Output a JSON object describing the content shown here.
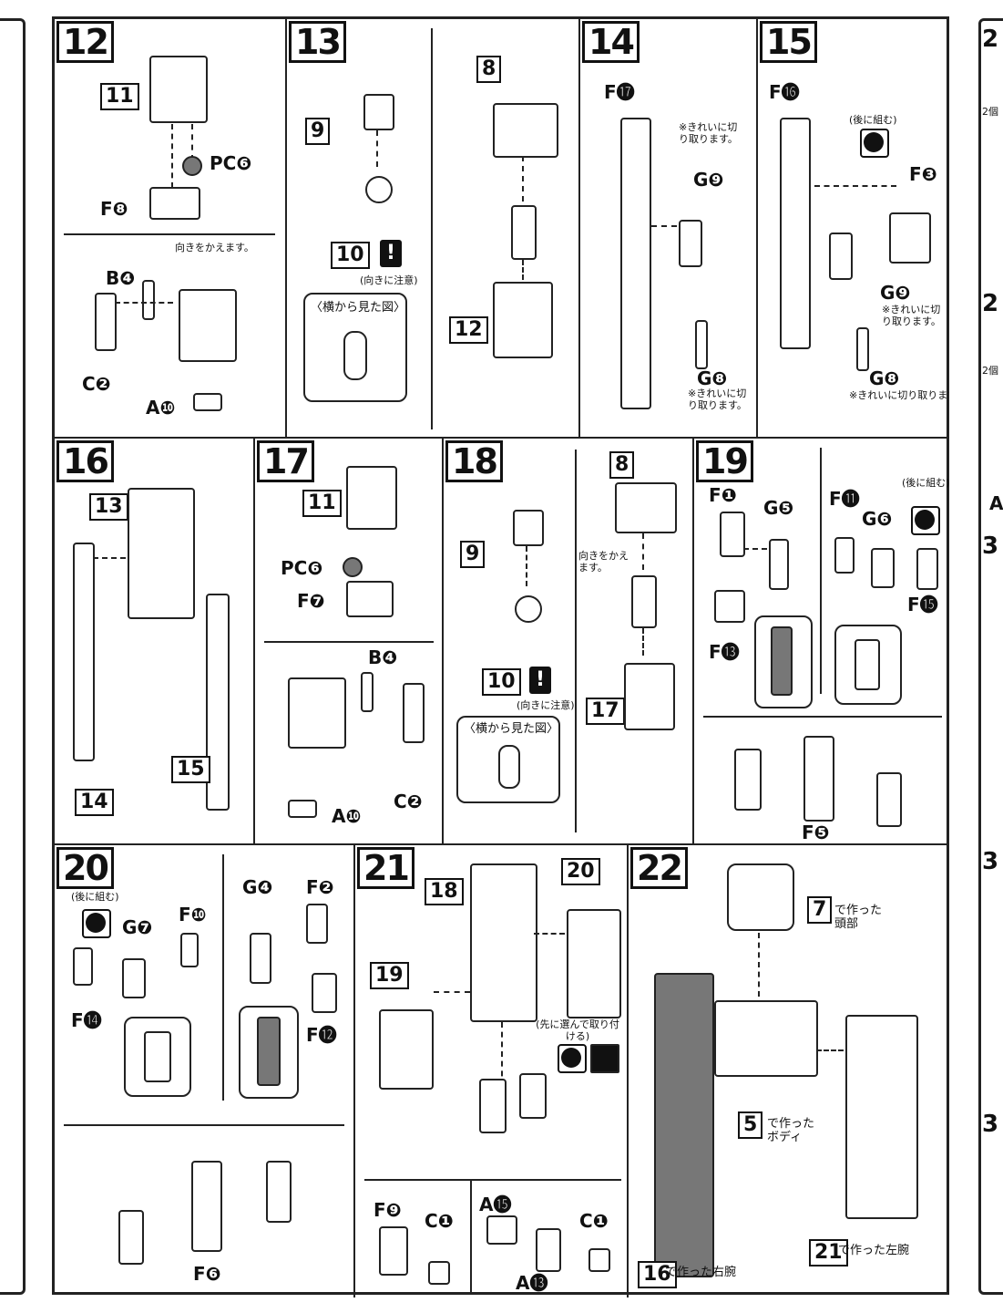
{
  "steps": {
    "s12": {
      "num": "12",
      "parts": {
        "p11": "11",
        "pc6": "PC❻",
        "f8": "F❽",
        "b4": "B❹",
        "c2": "C❷",
        "a10": "A❿"
      },
      "note": "向きをかえます。"
    },
    "s13": {
      "num": "13",
      "parts": {
        "p9": "9",
        "p10": "10",
        "p8": "8",
        "p12": "12"
      },
      "caution": "(向きに注意)",
      "sideview": "〈横から見た図〉"
    },
    "s14": {
      "num": "14",
      "parts": {
        "f17": "F⓱",
        "g9": "G❾",
        "g8": "G❽"
      },
      "note1": "※きれいに切り取ります。",
      "note2": "※きれいに切り取ります。"
    },
    "s15": {
      "num": "15",
      "parts": {
        "f16": "F⓰",
        "f3": "F❸",
        "g9": "G❾",
        "g8": "G❽"
      },
      "back": "(後に組む)",
      "note1": "※きれいに切り取ります。",
      "note2": "※きれいに切り取ります。"
    },
    "s16": {
      "num": "16",
      "parts": {
        "p13": "13",
        "p14": "14",
        "p15": "15"
      }
    },
    "s17": {
      "num": "17",
      "parts": {
        "p11": "11",
        "pc6": "PC❻",
        "f7": "F❼",
        "b4": "B❹",
        "c2": "C❷",
        "a10": "A❿"
      }
    },
    "s18": {
      "num": "18",
      "parts": {
        "p9": "9",
        "p10": "10",
        "p8": "8",
        "p17": "17"
      },
      "caution": "(向きに注意)",
      "sideview": "〈横から見た図〉",
      "note": "向きをかえます。"
    },
    "s19": {
      "num": "19",
      "parts": {
        "f1": "F❶",
        "g5": "G❺",
        "f13": "F⓭",
        "f11": "F⓫",
        "g6": "G❻",
        "f15": "F⓯",
        "f5": "F❺"
      },
      "back": "(後に組む)"
    },
    "s20": {
      "num": "20",
      "parts": {
        "g7": "G❼",
        "f10": "F❿",
        "f14": "F⓮",
        "g4": "G❹",
        "f2": "F❷",
        "f12": "F⓬",
        "f6": "F❻"
      },
      "back": "(後に組む)"
    },
    "s21": {
      "num": "21",
      "parts": {
        "p18": "18",
        "p20": "20",
        "p19": "19",
        "f9": "F❾",
        "c1a": "C❶",
        "a15": "A⓯",
        "c1b": "C❶",
        "a13": "A⓭"
      },
      "choose": "(先に選んで取り付ける)"
    },
    "s22": {
      "num": "22",
      "parts": {
        "p7": "7",
        "p5": "5",
        "p16": "16",
        "p21": "21"
      },
      "l7": "で作った頭部",
      "l5": "で作ったボディ",
      "l16": "で作った右腕",
      "l21": "で作った左腕"
    }
  },
  "edge_right": {
    "labels": [
      "2",
      "2個",
      "2",
      "2個",
      "A",
      "3",
      "3",
      "3"
    ]
  }
}
